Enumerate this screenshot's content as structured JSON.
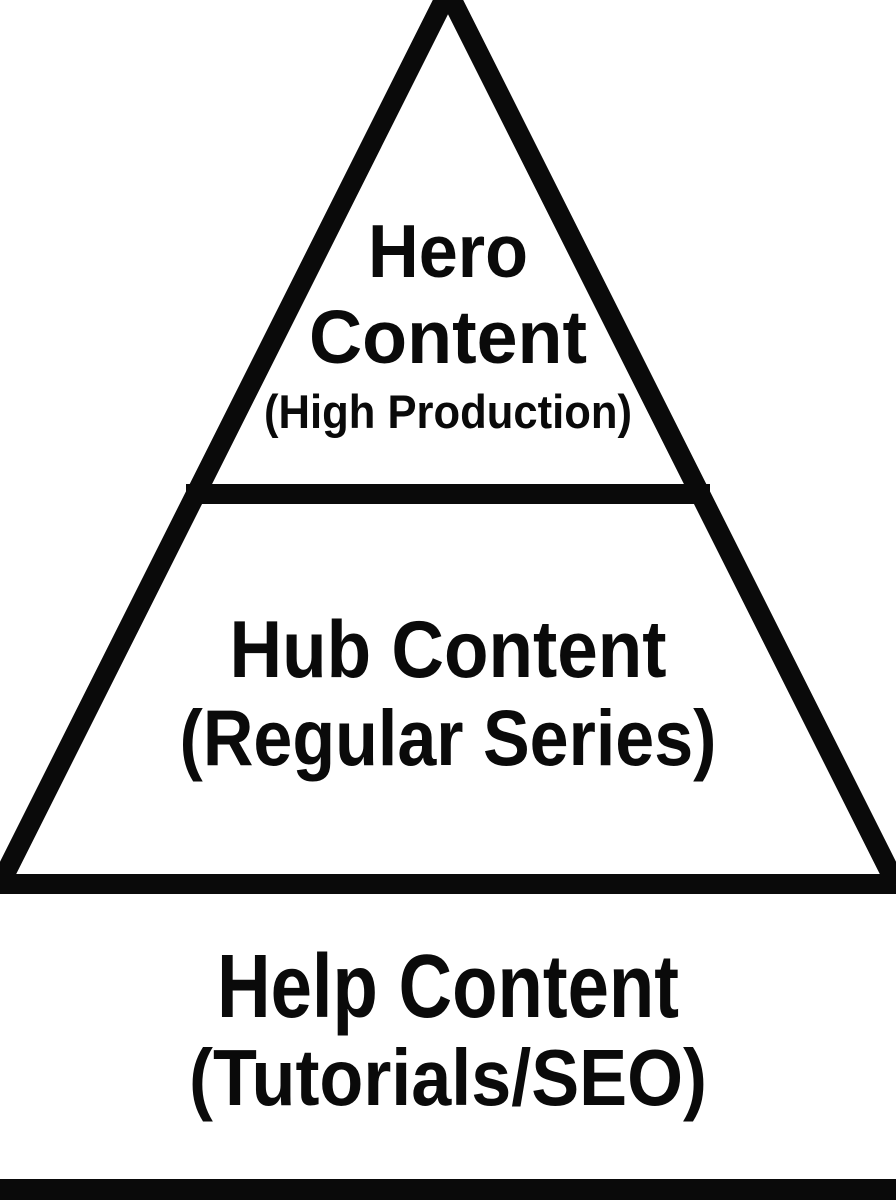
{
  "diagram": {
    "type": "pyramid",
    "colors": {
      "ink": "#0a0a0a",
      "background": "#ffffff"
    },
    "tiers": [
      {
        "name": "Hero Content",
        "label_lines": [
          "Hero",
          "Content"
        ],
        "sublabel": "(High Production)"
      },
      {
        "name": "Hub Content",
        "label_lines": [
          "Hub Content"
        ],
        "sublabel": "(Regular Series)"
      },
      {
        "name": "Help Content",
        "label_lines": [
          "Help Content"
        ],
        "sublabel": "(Tutorials/SEO)"
      }
    ]
  }
}
